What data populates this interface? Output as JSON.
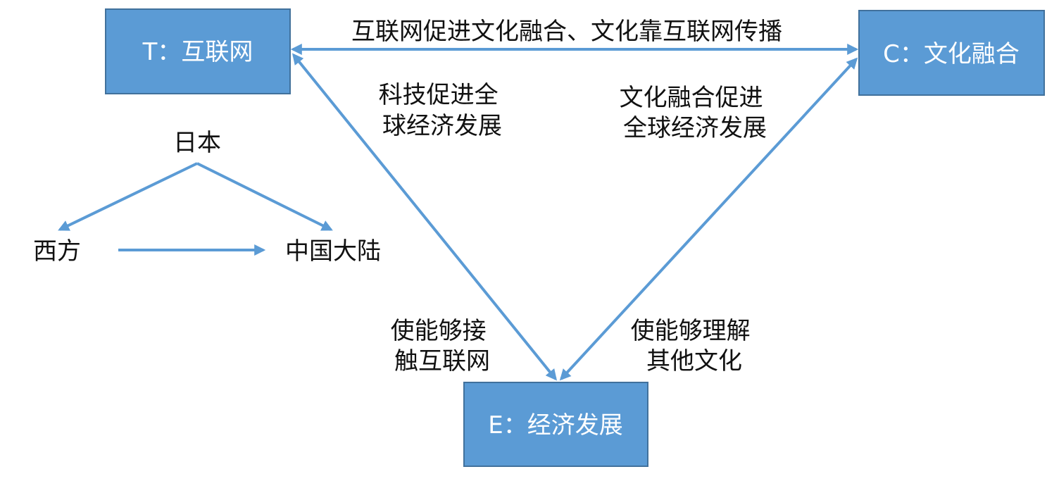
{
  "colors": {
    "node_fill": "#5b9bd5",
    "node_border": "#41719c",
    "node_text": "#ffffff",
    "arrow": "#5b9bd5",
    "label_text": "#111111"
  },
  "nodes": {
    "t": {
      "label": "T：互联网"
    },
    "c": {
      "label": "C：文化融合"
    },
    "e": {
      "label": "E：经济发展"
    }
  },
  "edge_labels": {
    "t_c": "互联网促进文化融合、文化靠互联网传播",
    "t_e_upper": [
      "科技促进全",
      "球经济发展"
    ],
    "c_e_upper": [
      "文化融合促进",
      "全球经济发展"
    ],
    "t_e_lower": [
      "使能够接",
      "触互联网"
    ],
    "c_e_lower": [
      "使能够理解",
      "其他文化"
    ]
  },
  "mini_diagram": {
    "japan": "日本",
    "west": "西方",
    "mainland": "中国大陆"
  }
}
